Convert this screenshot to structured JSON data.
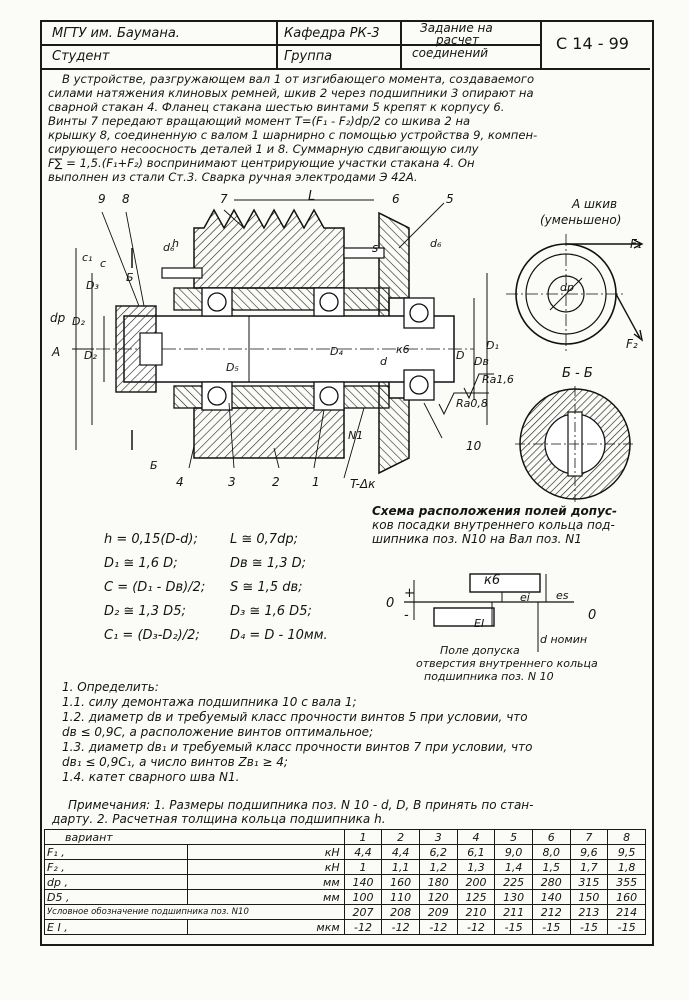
{
  "header": {
    "university": "МГТУ им. Баумана.",
    "department": "Кафедра РК-3",
    "task_line1": "Задание на",
    "task_line2": "расчет",
    "task_line3": "соединений",
    "code": "С 14 - 99",
    "student_label": "Студент",
    "group_label": "Группа"
  },
  "description": [
    "В устройстве, разгружающем вал 1 от изгибающего момента, создаваемого",
    "силами натяжения клиновых ремней, шкив 2 через подшипники 3 опирают на",
    "сварной стакан 4. Фланец стакана шестью винтами 5 крепят к корпусу 6.",
    "Винты 7 передают вращающий момент T=(F₁ - F₂)dp/2 со шкива 2 на",
    "крышку 8, соединенную с валом 1 шарнирно с помощью устройства 9, компен-",
    "сирующего несоосность деталей 1 и 8. Суммарную сдвигающую силу",
    "F∑ = 1,5.(F₁+F₂) воспринимают центрирующие участки стакана 4. Он",
    "выполнен из стали Ст.3. Сварка ручная электродами Э 42А."
  ],
  "drawing_labels": {
    "n9": "9",
    "n8": "8",
    "n7": "7",
    "L": "L",
    "n6": "6",
    "n5": "5",
    "dp": "dp",
    "D2": "D₂",
    "D3": "D₃",
    "D5": "D₅",
    "D4": "D₄",
    "c1": "c₁",
    "c": "c",
    "h": "h",
    "s": "s",
    "d6": "d₆",
    "d8": "d₆",
    "A": "A",
    "B": "Б",
    "B2": "Б",
    "Dlbl": "D",
    "D1": "D₁",
    "Db": "Dв",
    "d": "d",
    "k6": "к6",
    "N1": "N1",
    "n10": "10",
    "n4": "4",
    "n3": "3",
    "n2": "2",
    "n1": "1",
    "T_dk": "T-Δк",
    "ra16": "Ra1,6",
    "ra08": "Ra0,8"
  },
  "viewA": {
    "title_line1": "А шкив",
    "title_line2": "(уменьшено)",
    "F1": "F₁",
    "F2": "F₂",
    "dp": "dp",
    "section": "Б - Б"
  },
  "formulas": [
    [
      "h = 0,15(D-d);",
      "L ≅ 0,7dp;"
    ],
    [
      "D₁ ≅ 1,6 D;",
      "Dв ≅ 1,3 D;"
    ],
    [
      "C = (D₁ - Dв)/2;",
      "S ≅ 1,5 dв;"
    ],
    [
      "D₂ ≅ 1,3 D5;",
      "D₃ ≅ 1,6 D5;"
    ],
    [
      "C₁ = (D₃-D₂)/2;",
      "D₄ = D - 10мм."
    ]
  ],
  "scheme": {
    "title": "Схема расположения полей допусков посадки внутреннего кольца подшипника поз. N10 на вал поз. N1",
    "title_lines": [
      "Схема расположения полей допус-",
      "ков посадки внутреннего кольца под-",
      "шипника поз. N10 на Вал поз. N1"
    ],
    "k6": "к6",
    "zero_left": "0",
    "zero_right": "0",
    "plus": "+",
    "minus": "-",
    "es": "es",
    "ei": "ei",
    "EI": "EI",
    "dnom": "d номин",
    "field_lines": [
      "Поле допуска",
      "отверстия внутреннего кольца",
      "подшипника   поз. N 10"
    ]
  },
  "tasks": [
    "1. Определить:",
    "1.1. силу демонтажа подшипника 10 с вала 1;",
    "1.2. диаметр dв и требуемый класс прочности винтов 5 при условии, что",
    "dв ≤ 0,9C, а расположение винтов оптимальное;",
    "1.3. диаметр dв₁ и требуемый класс прочности винтов 7 при условии, что",
    "dв₁ ≤ 0,9C₁, а число винтов Zв₁ ≥ 4;",
    "1.4. катет сварного шва N1."
  ],
  "note_lines": [
    "Примечания: 1. Размеры подшипника поз. N 10 - d, D, B принять по стан-",
    "дарту. 2. Расчетная толщина кольца подшипника h."
  ],
  "table": {
    "header": "вариант",
    "variants": [
      "1",
      "2",
      "3",
      "4",
      "5",
      "6",
      "7",
      "8"
    ],
    "rows": [
      {
        "name": "F₁ ,",
        "unit": "кН",
        "values": [
          "4,4",
          "4,4",
          "6,2",
          "6,1",
          "9,0",
          "8,0",
          "9,6",
          "9,5"
        ]
      },
      {
        "name": "F₂ ,",
        "unit": "кН",
        "values": [
          "1",
          "1,1",
          "1,2",
          "1,3",
          "1,4",
          "1,5",
          "1,7",
          "1,8"
        ]
      },
      {
        "name": "dp ,",
        "unit": "мм",
        "values": [
          "140",
          "160",
          "180",
          "200",
          "225",
          "280",
          "315",
          "355"
        ]
      },
      {
        "name": "D5 ,",
        "unit": "мм",
        "values": [
          "100",
          "110",
          "120",
          "125",
          "130",
          "140",
          "150",
          "160"
        ]
      },
      {
        "name": "Условное обозначение подшипника поз. N10",
        "unit": "",
        "values": [
          "207",
          "208",
          "209",
          "210",
          "211",
          "212",
          "213",
          "214"
        ]
      },
      {
        "name": "E I ,",
        "unit": "мкм",
        "values": [
          "-12",
          "-12",
          "-12",
          "-12",
          "-15",
          "-15",
          "-15",
          "-15"
        ]
      }
    ]
  }
}
